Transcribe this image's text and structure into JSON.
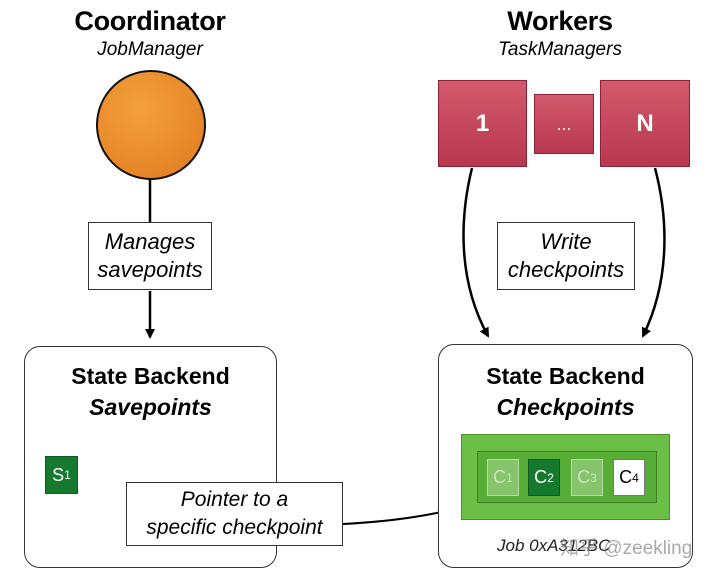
{
  "coordinator": {
    "title": "Coordinator",
    "subtitle": "JobManager"
  },
  "workers": {
    "title": "Workers",
    "subtitle": "TaskManagers",
    "boxes": [
      "1",
      "...",
      "N"
    ]
  },
  "labels": {
    "manages": [
      "Manages",
      "savepoints"
    ],
    "write": [
      "Write",
      "checkpoints"
    ],
    "pointer": [
      "Pointer to a",
      "specific checkpoint"
    ]
  },
  "savepoint_backend": {
    "title": "State Backend",
    "subtitle": "Savepoints",
    "item": {
      "main": "S",
      "sub": "1"
    }
  },
  "checkpoint_backend": {
    "title": "State Backend",
    "subtitle": "Checkpoints",
    "items": [
      {
        "main": "C",
        "sub": "1"
      },
      {
        "main": "C",
        "sub": "2"
      },
      {
        "main": "C",
        "sub": "3"
      },
      {
        "main": "C",
        "sub": "4"
      }
    ],
    "job_label": "Job 0xA312BC"
  },
  "watermark": "知乎 @zeekling",
  "colors": {
    "coordinator_orange": "#e8892a",
    "worker_red": "#c0405a",
    "checkpoint_green": "#6cbf46",
    "dark_green": "#157a2e"
  }
}
